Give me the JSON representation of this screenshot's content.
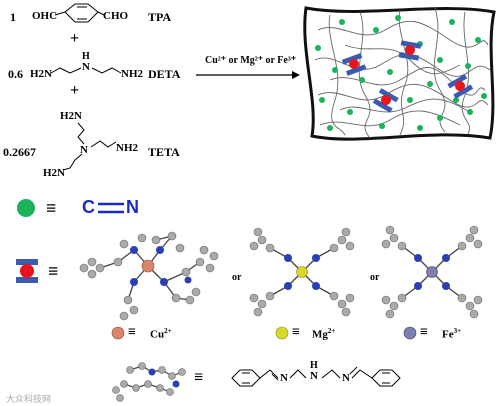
{
  "reactants": {
    "tpa": {
      "ratio": "1",
      "name": "TPA",
      "left_group": "OHC",
      "right_group": "CHO"
    },
    "deta": {
      "ratio": "0.6",
      "name": "DETA",
      "left_group": "H2N",
      "right_group": "NH2",
      "center_group": "H\nN"
    },
    "teta": {
      "ratio": "0.2667",
      "name": "TETA",
      "top_group": "H2N",
      "left_group": "H2N",
      "right_group": "NH2",
      "center": "N"
    },
    "plus": "+"
  },
  "arrow_label": "Cu²⁺ or Mg²⁺ or Fe³⁺",
  "equiv": "≡",
  "imine": {
    "left": "C",
    "right": "N"
  },
  "crosslinker": {
    "or_label": "or"
  },
  "metals": [
    {
      "label": "Cu",
      "charge": "2+",
      "color": "#d9866b"
    },
    {
      "label": "Mg",
      "charge": "2+",
      "color": "#d8d82a"
    },
    {
      "label": "Fe",
      "charge": "3+",
      "color": "#7d7fb0"
    }
  ],
  "ligand": {
    "left_n": "N",
    "mid_nh": "H\nN",
    "right_n": "N"
  },
  "watermark": "大众科技网",
  "colors": {
    "green": "#19b35a",
    "red": "#e8161c",
    "blue": "#3a5bb0",
    "imine_blue": "#1a2bc9"
  }
}
